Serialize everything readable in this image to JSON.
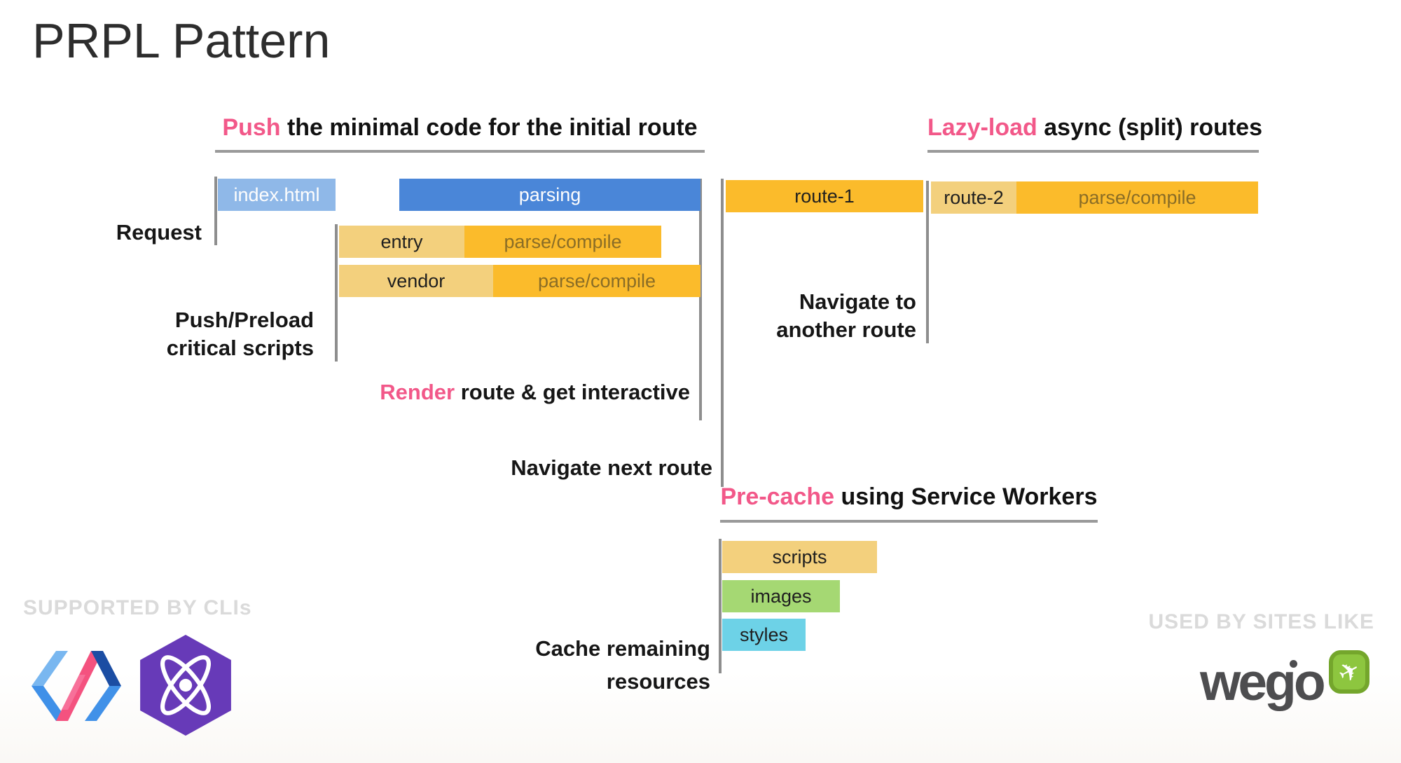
{
  "title": "PRPL Pattern",
  "headings": {
    "push": {
      "accent": "Push",
      "rest": " the minimal code for the initial route"
    },
    "lazy": {
      "accent": "Lazy-load",
      "rest": " async (split) routes"
    },
    "precache": {
      "accent": "Pre-cache",
      "rest": " using Service Workers"
    }
  },
  "timeline": {
    "bars": {
      "index_html": "index.html",
      "parsing": "parsing",
      "route1": "route-1",
      "route2": "route-2",
      "route2_sub": "parse/compile",
      "entry": "entry",
      "entry_sub": "parse/compile",
      "vendor": "vendor",
      "vendor_sub": "parse/compile",
      "scripts": "scripts",
      "images": "images",
      "styles": "styles"
    },
    "labels": {
      "request": "Request",
      "push_preload": [
        "Push/Preload",
        "critical scripts"
      ],
      "render": {
        "accent": "Render",
        "rest": " route & get interactive"
      },
      "navigate_next": "Navigate next route",
      "navigate_another": [
        "Navigate to",
        "another route"
      ],
      "cache": [
        "Cache remaining",
        "resources"
      ]
    }
  },
  "footer": {
    "supported": "SUPPORTED BY CLIs",
    "used": "USED BY SITES LIKE",
    "wego": "wego",
    "plane_icon": "✈"
  },
  "colors": {
    "accent_pink": "#F25889",
    "bar_blue": "#4A86D8",
    "bar_light_blue": "#8FB8E8",
    "bar_gold": "#FBBB2B",
    "bar_tan": "#F3D07D",
    "bar_green": "#A5D873",
    "bar_cyan": "#6DD2E7",
    "parse_compile_text": "#8A6D26",
    "line_gray": "#8E8E8E",
    "caption_gray": "#DADADA",
    "preact_purple": "#673AB8",
    "wego_green": "#8DC63F",
    "wego_text": "#4D4D4F"
  }
}
